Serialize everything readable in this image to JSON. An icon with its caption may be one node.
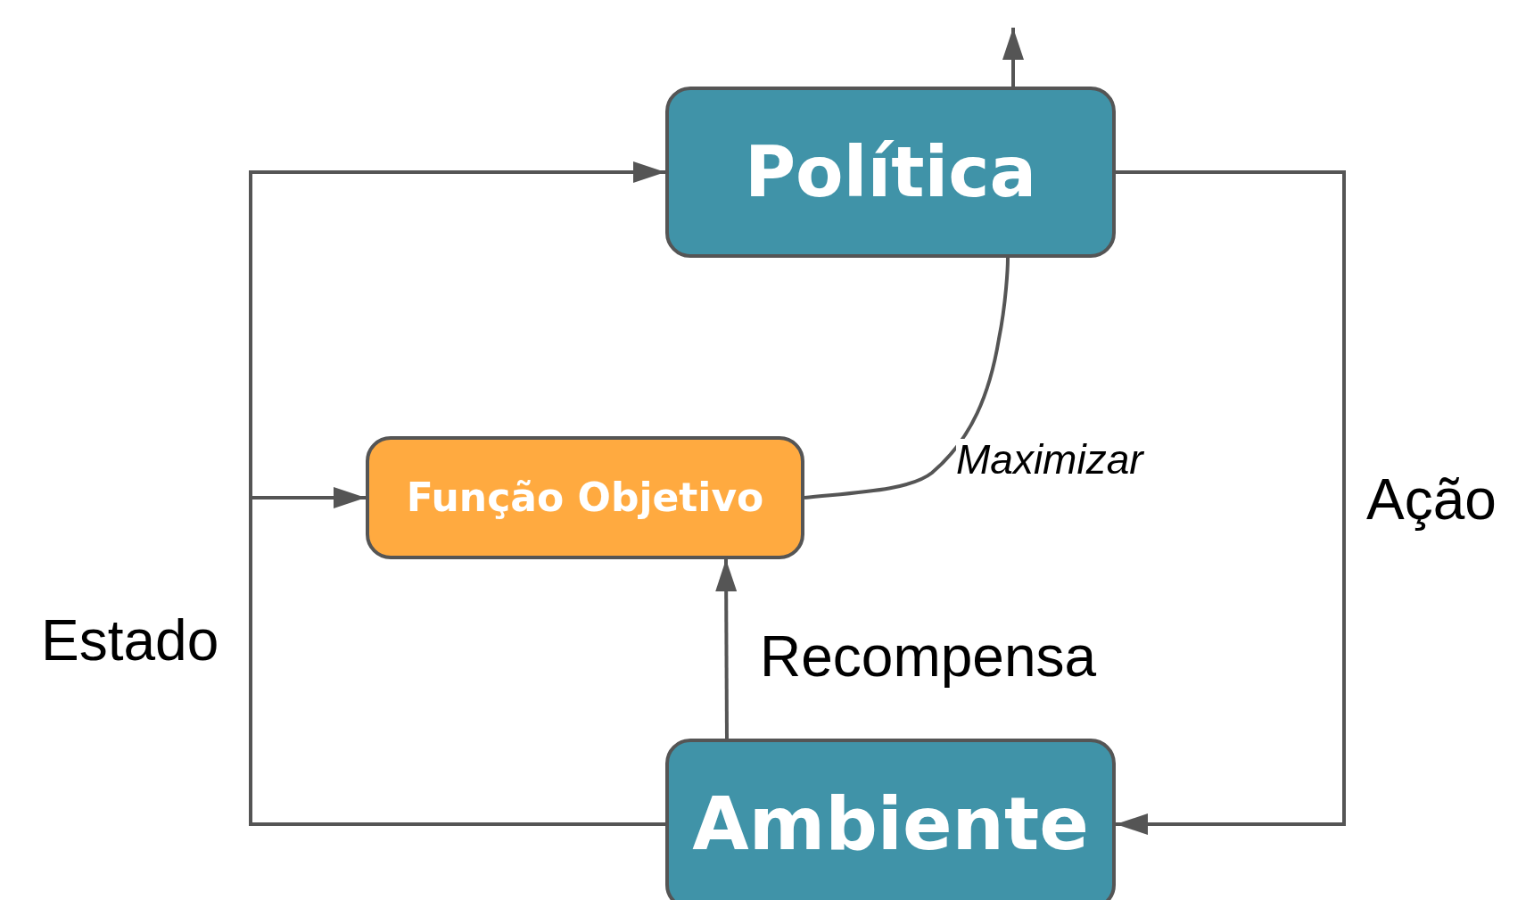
{
  "diagram": {
    "nodes": [
      {
        "text": [
          "Política"
        ]
      },
      {
        "text": [
          "Função Objetivo"
        ]
      },
      {
        "text": [
          "Ambiente"
        ]
      }
    ],
    "edges": [
      {
        "from": 2,
        "to": 0,
        "arrow": "to",
        "label": "Estado"
      },
      {
        "from": 2,
        "to": 1,
        "arrow": "to"
      },
      {
        "from": 0,
        "to": 2,
        "arrow": "to",
        "label": "Ação"
      },
      {
        "from": 2,
        "to": 1,
        "arrow": "to",
        "label": "Recompensa"
      },
      {
        "from": 1,
        "to": 0,
        "arrow": "none",
        "label": "Maximizar"
      },
      {
        "from": 0,
        "to": null,
        "arrow": "to"
      }
    ]
  }
}
